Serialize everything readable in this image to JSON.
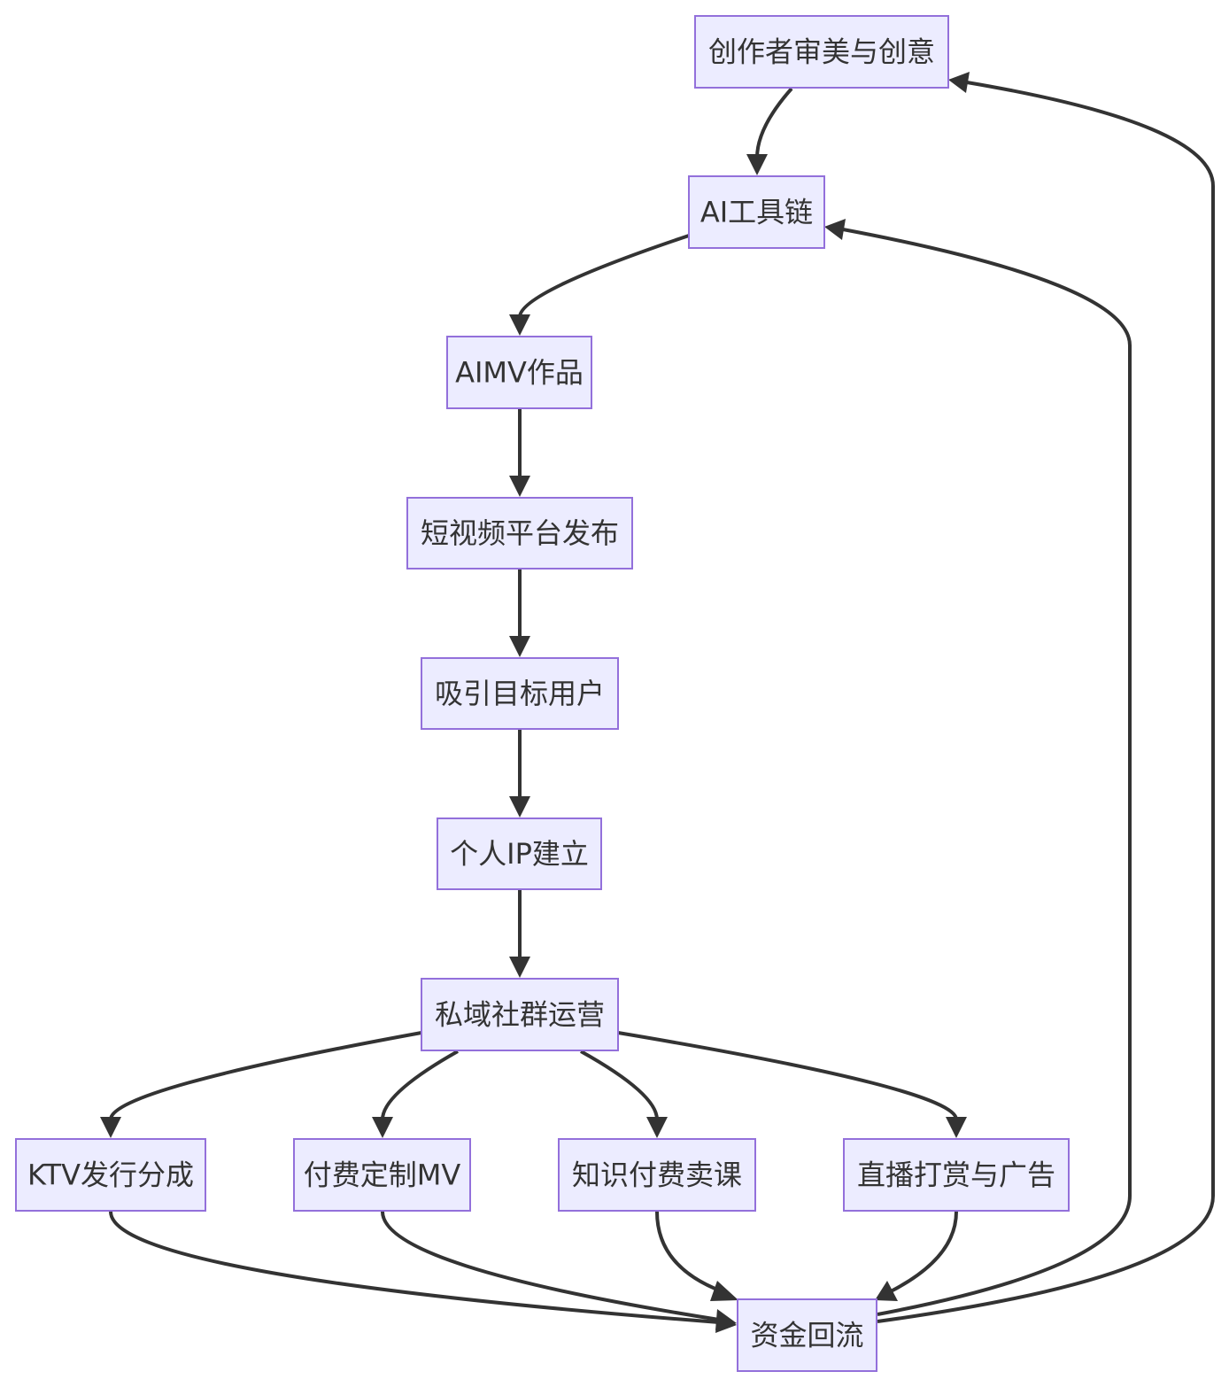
{
  "diagram": {
    "type": "flowchart",
    "nodes": {
      "creator": "创作者审美与创意",
      "ai_tools": "AI工具链",
      "aimv": "AIMV作品",
      "publish": "短视频平台发布",
      "attract": "吸引目标用户",
      "ip": "个人IP建立",
      "community": "私域社群运营",
      "ktv": "KTV发行分成",
      "custom_mv": "付费定制MV",
      "course": "知识付费卖课",
      "live": "直播打赏与广告",
      "funds": "资金回流"
    },
    "edges": [
      [
        "creator",
        "ai_tools"
      ],
      [
        "ai_tools",
        "aimv"
      ],
      [
        "aimv",
        "publish"
      ],
      [
        "publish",
        "attract"
      ],
      [
        "attract",
        "ip"
      ],
      [
        "ip",
        "community"
      ],
      [
        "community",
        "ktv"
      ],
      [
        "community",
        "custom_mv"
      ],
      [
        "community",
        "course"
      ],
      [
        "community",
        "live"
      ],
      [
        "ktv",
        "funds"
      ],
      [
        "custom_mv",
        "funds"
      ],
      [
        "course",
        "funds"
      ],
      [
        "live",
        "funds"
      ],
      [
        "funds",
        "ai_tools"
      ],
      [
        "funds",
        "creator"
      ]
    ],
    "colors": {
      "node_fill": "#ECECFF",
      "node_stroke": "#9370DB",
      "edge": "#333333",
      "text": "#333333"
    }
  }
}
